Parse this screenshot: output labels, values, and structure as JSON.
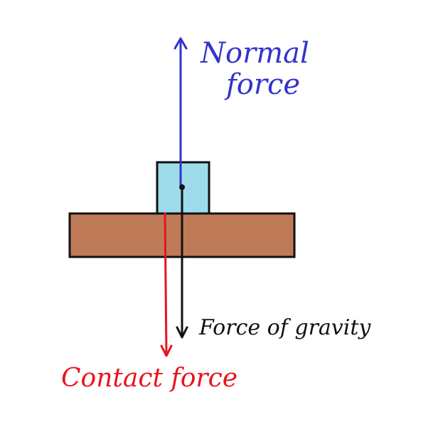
{
  "diagram": {
    "labels": {
      "normal_line1": "Normal",
      "normal_line2": "force",
      "gravity": "Force of gravity",
      "contact": "Contact force"
    },
    "colors": {
      "normal": "#3333cc",
      "contact": "#e8141e",
      "gravity": "#111111",
      "block_fill": "#9edcec",
      "surface_fill": "#bf7b58",
      "outline": "#111111"
    }
  }
}
